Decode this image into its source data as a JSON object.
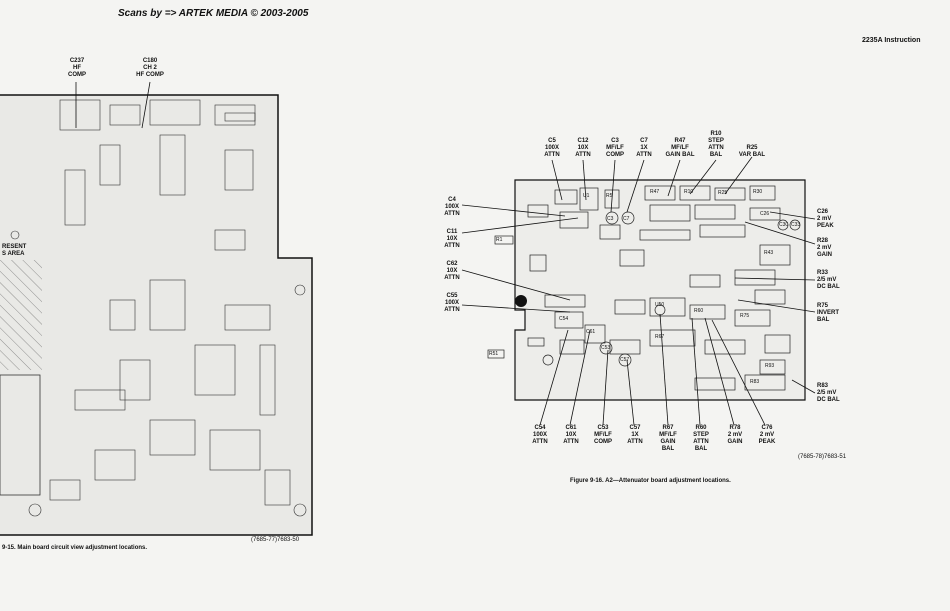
{
  "header": {
    "scan_credit": "Scans by => ARTEK MEDIA © 2003-2005",
    "manual_title": "2235A Instruction"
  },
  "main_board": {
    "labels": [
      {
        "id": "c237",
        "text": "C237\nHF\nCOMP"
      },
      {
        "id": "c180",
        "text": "C180\nCH 2\nHF COMP"
      }
    ],
    "edge_text_1": "RESENT",
    "edge_text_2": "S AREA",
    "ref_code": "(7685-77)7683-50",
    "caption": "9-15.  Main board circuit view adjustment locations."
  },
  "attenuator_board": {
    "top_labels": [
      {
        "id": "c5",
        "text": "C5\n100X\nATTN"
      },
      {
        "id": "c12",
        "text": "C12\n10X\nATTN"
      },
      {
        "id": "c3",
        "text": "C3\nMF/LF\nCOMP"
      },
      {
        "id": "c7",
        "text": "C7\n1X\nATTN"
      },
      {
        "id": "r47",
        "text": "R47\nMF/LF\nGAIN BAL"
      },
      {
        "id": "r10",
        "text": "R10\nSTEP\nATTN\nBAL"
      },
      {
        "id": "r25",
        "text": "R25\nVAR BAL"
      }
    ],
    "left_labels": [
      {
        "id": "c4",
        "text": "C4\n100X\nATTN"
      },
      {
        "id": "c11",
        "text": "C11\n10X\nATTN"
      },
      {
        "id": "c62",
        "text": "C62\n10X\nATTN"
      },
      {
        "id": "c55",
        "text": "C55\n100X\nATTN"
      }
    ],
    "right_labels": [
      {
        "id": "c26",
        "text": "C26\n2 mV\nPEAK"
      },
      {
        "id": "r28",
        "text": "R28\n2 mV\nGAIN"
      },
      {
        "id": "r33",
        "text": "R33\n2/5 mV\nDC BAL"
      },
      {
        "id": "r75",
        "text": "R75\nINVERT\nBAL"
      },
      {
        "id": "r83",
        "text": "R83\n2/5 mV\nDC BAL"
      }
    ],
    "bottom_labels": [
      {
        "id": "c54",
        "text": "C54\n100X\nATTN"
      },
      {
        "id": "c61",
        "text": "C61\n10X\nATTN"
      },
      {
        "id": "c53",
        "text": "C53\nMF/LF\nCOMP"
      },
      {
        "id": "c57",
        "text": "C57\n1X\nATTN"
      },
      {
        "id": "r67",
        "text": "R67\nMF/LF\nGAIN\nBAL"
      },
      {
        "id": "r60",
        "text": "R60\nSTEP\nATTN\nBAL"
      },
      {
        "id": "r78",
        "text": "R78\n2 mV\nGAIN"
      },
      {
        "id": "c76",
        "text": "C76\n2 mV\nPEAK"
      }
    ],
    "parts": [
      "R1",
      "R51",
      "R5",
      "C3",
      "C7",
      "U1",
      "R47",
      "R10",
      "R25",
      "R30",
      "R43",
      "R93",
      "U50",
      "R60",
      "R67",
      "R75",
      "R83",
      "C54",
      "C61",
      "C57",
      "C53",
      "C26",
      "C30",
      "C33"
    ],
    "ref_code": "(7685-78)7683-51",
    "caption": "Figure 9-16.  A2—Attenuator board adjustment locations."
  }
}
